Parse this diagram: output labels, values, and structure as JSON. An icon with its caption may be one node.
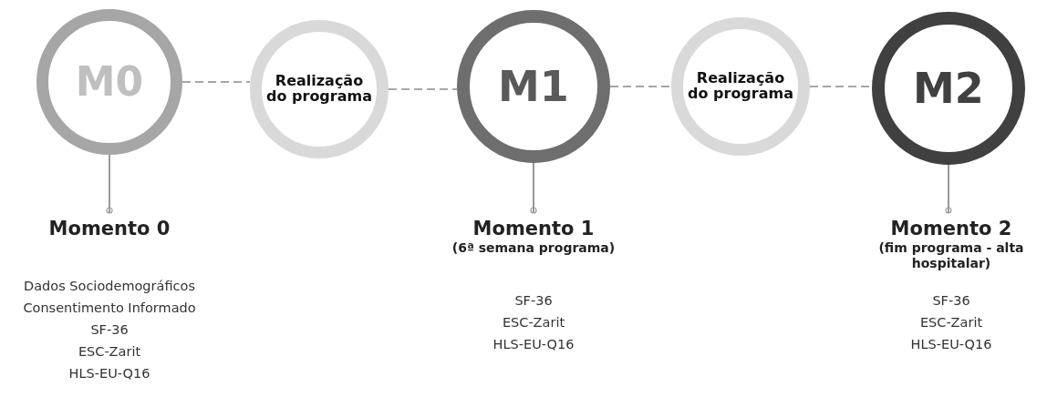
{
  "diagram": {
    "nodes": [
      {
        "text": [
          "M0"
        ]
      },
      {
        "text": [
          "Realização do programa"
        ]
      },
      {
        "text": [
          "M1"
        ]
      },
      {
        "text": [
          "Realização do programa"
        ]
      },
      {
        "text": [
          "M2"
        ]
      },
      {
        "text": [
          "Momento 0"
        ],
        "beside": [
          "Dados Sociodemográficos",
          "Consentimento Informado",
          "SF-36",
          "ESC-Zarit",
          "HLS-EU-Q16"
        ]
      },
      {
        "text": [
          "Momento 1",
          "(6ª semana programa)"
        ],
        "beside": [
          "SF-36",
          "ESC-Zarit",
          "HLS-EU-Q16"
        ]
      },
      {
        "text": [
          "Momento 2",
          "(fim programa - alta hospitalar)"
        ],
        "beside": [
          "SF-36",
          "ESC-Zarit",
          "HLS-EU-Q16"
        ]
      }
    ],
    "edges": [
      {
        "from": 0,
        "to": 1,
        "arrow": "none",
        "style": "dashed"
      },
      {
        "from": 1,
        "to": 2,
        "arrow": "none",
        "style": "dashed"
      },
      {
        "from": 2,
        "to": 3,
        "arrow": "none",
        "style": "dashed"
      },
      {
        "from": 3,
        "to": 4,
        "arrow": "none",
        "style": "dashed"
      },
      {
        "from": 0,
        "to": 5,
        "arrow": "other"
      },
      {
        "from": 2,
        "to": 6,
        "arrow": "other"
      },
      {
        "from": 4,
        "to": 7,
        "arrow": "other"
      }
    ]
  }
}
